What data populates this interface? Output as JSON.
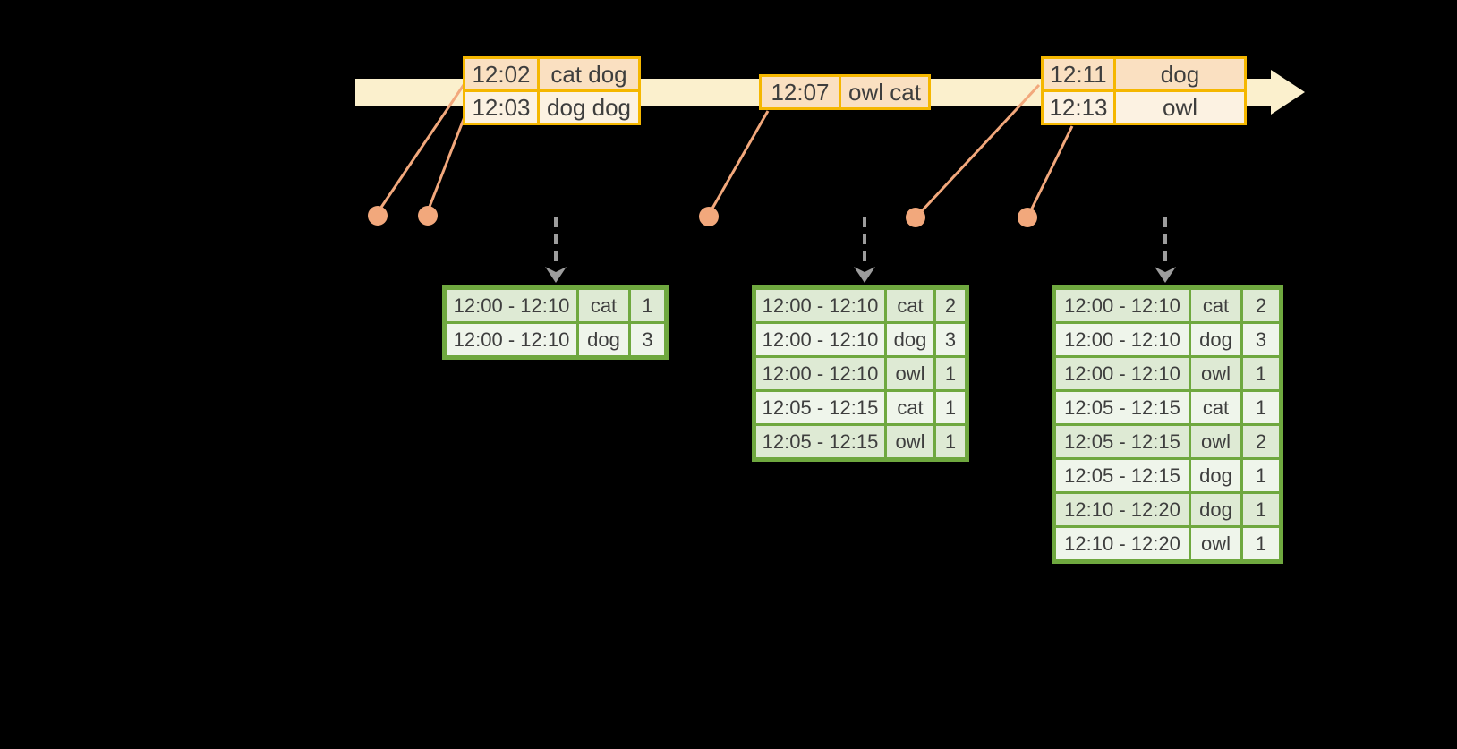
{
  "colors": {
    "background": "#000000",
    "timeline_fill": "#FBF0CD",
    "event_table_border": "#F5B700",
    "event_row_dark": "#FAE0C1",
    "event_row_light": "#FCF2E2",
    "connector_and_dots": "#F2A87C",
    "trigger_arrow": "#9D9D9D",
    "result_table_border": "#6FA83F",
    "result_row_dark": "#DEEAD4",
    "result_row_light": "#EFF5EB",
    "text": "#3E3E3E"
  },
  "event_tables": [
    {
      "rows": [
        [
          "12:02",
          "cat dog"
        ],
        [
          "12:03",
          "dog dog"
        ]
      ]
    },
    {
      "rows": [
        [
          "12:07",
          "owl cat"
        ]
      ]
    },
    {
      "rows": [
        [
          "12:11",
          "dog"
        ],
        [
          "12:13",
          "owl"
        ]
      ]
    }
  ],
  "result_tables": [
    {
      "rows": [
        [
          "12:00 - 12:10",
          "cat",
          "1"
        ],
        [
          "12:00 - 12:10",
          "dog",
          "3"
        ]
      ]
    },
    {
      "rows": [
        [
          "12:00 - 12:10",
          "cat",
          "2"
        ],
        [
          "12:00 - 12:10",
          "dog",
          "3"
        ],
        [
          "12:00 - 12:10",
          "owl",
          "1"
        ],
        [
          "12:05 - 12:15",
          "cat",
          "1"
        ],
        [
          "12:05 - 12:15",
          "owl",
          "1"
        ]
      ]
    },
    {
      "rows": [
        [
          "12:00 - 12:10",
          "cat",
          "2"
        ],
        [
          "12:00 - 12:10",
          "dog",
          "3"
        ],
        [
          "12:00 - 12:10",
          "owl",
          "1"
        ],
        [
          "12:05 - 12:15",
          "cat",
          "1"
        ],
        [
          "12:05 - 12:15",
          "owl",
          "2"
        ],
        [
          "12:05 - 12:15",
          "dog",
          "1"
        ],
        [
          "12:10 - 12:20",
          "dog",
          "1"
        ],
        [
          "12:10 - 12:20",
          "owl",
          "1"
        ]
      ]
    }
  ]
}
